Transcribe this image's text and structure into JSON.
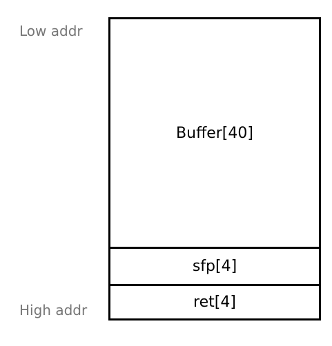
{
  "labels": {
    "low_addr": "Low addr",
    "high_addr": "High addr"
  },
  "stack": {
    "cells": [
      {
        "label": "Buffer[40]"
      },
      {
        "label": "sfp[4]"
      },
      {
        "label": "ret[4]"
      }
    ]
  }
}
